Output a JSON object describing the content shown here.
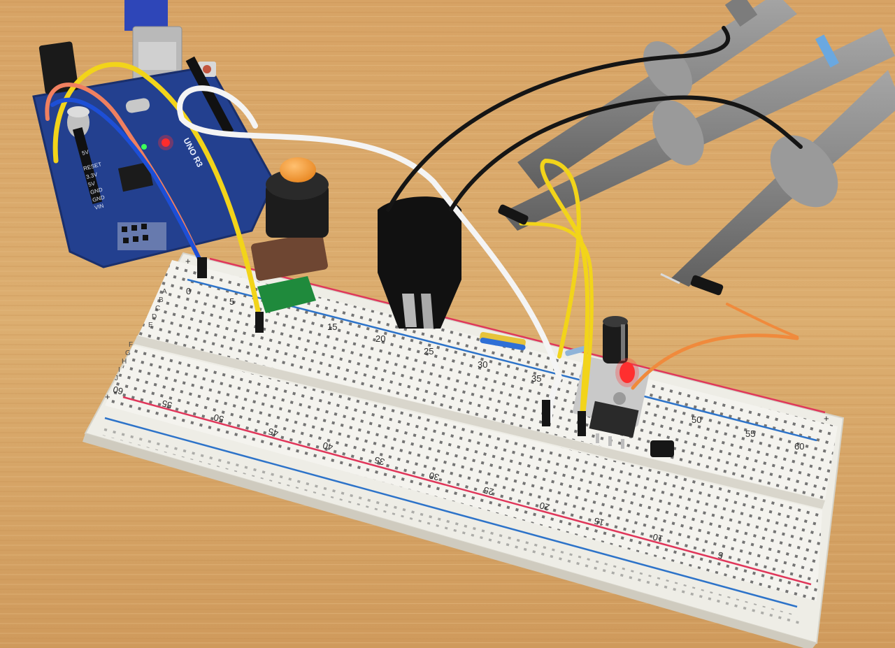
{
  "scene": {
    "subject": "breadboard-circuit-with-microcontroller",
    "colors": {
      "table": "#d9a867",
      "breadboard": "#f2f1ec",
      "rail_red": "#e0365a",
      "rail_blue": "#2d73c9",
      "arduino": "#23408f",
      "wire_yellow": "#f2d41a",
      "wire_white": "#f4f4f4",
      "wire_black": "#151515",
      "wire_orange": "#f08a3c",
      "wire_blue": "#1d4fd6",
      "wire_salmon": "#f08060",
      "probe": "#8b8b8b",
      "knob": "#f29a30"
    }
  },
  "arduino": {
    "model_text": "UNO R3",
    "pin_labels": [
      "5V",
      "RESET",
      "3.3V",
      "5V",
      "GND",
      "GND",
      "VIN"
    ]
  },
  "breadboard": {
    "top_rows": [
      "A",
      "B",
      "C",
      "D",
      "E"
    ],
    "bottom_rows": [
      "F",
      "G",
      "H",
      "I",
      "J"
    ],
    "top_numbers": [
      "0",
      "5",
      "15",
      "20",
      "25",
      "30",
      "35",
      "50",
      "55",
      "60"
    ],
    "bottom_numbers": [
      "60",
      "55",
      "50",
      "45",
      "40",
      "35",
      "30",
      "25",
      "20",
      "15",
      "10",
      "5"
    ],
    "rail_plus": "+",
    "rail_minus": "-"
  }
}
